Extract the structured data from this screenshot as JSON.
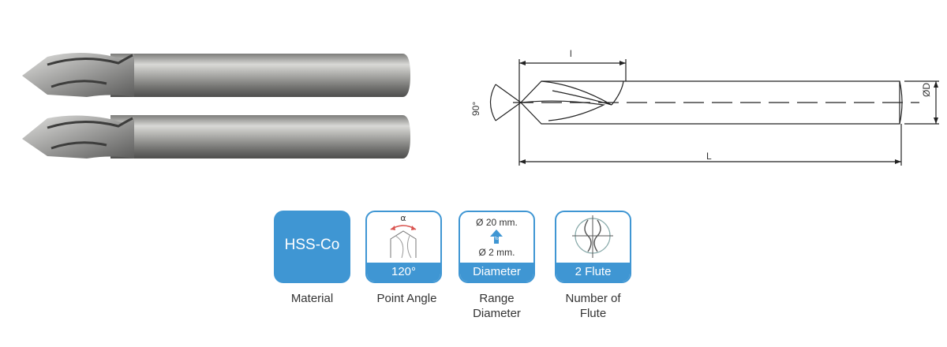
{
  "drawing": {
    "dim_l": "l",
    "dim_L": "L",
    "dim_D": "ØD",
    "angle": "90°"
  },
  "specs": [
    {
      "value": "HSS-Co",
      "caption_line1": "Material",
      "caption_line2": ""
    },
    {
      "value": "120°",
      "icon_label": "α",
      "caption_line1": "Point Angle",
      "caption_line2": ""
    },
    {
      "value": "Diameter",
      "range_top": "Ø 20 mm.",
      "range_bottom": "Ø 2 mm.",
      "range_mid": "To",
      "caption_line1": "Range",
      "caption_line2": "Diameter"
    },
    {
      "value": "2 Flute",
      "caption_line1": "Number of",
      "caption_line2": "Flute"
    }
  ],
  "colors": {
    "accent": "#3f96d3",
    "dim_red": "#d9534f"
  }
}
